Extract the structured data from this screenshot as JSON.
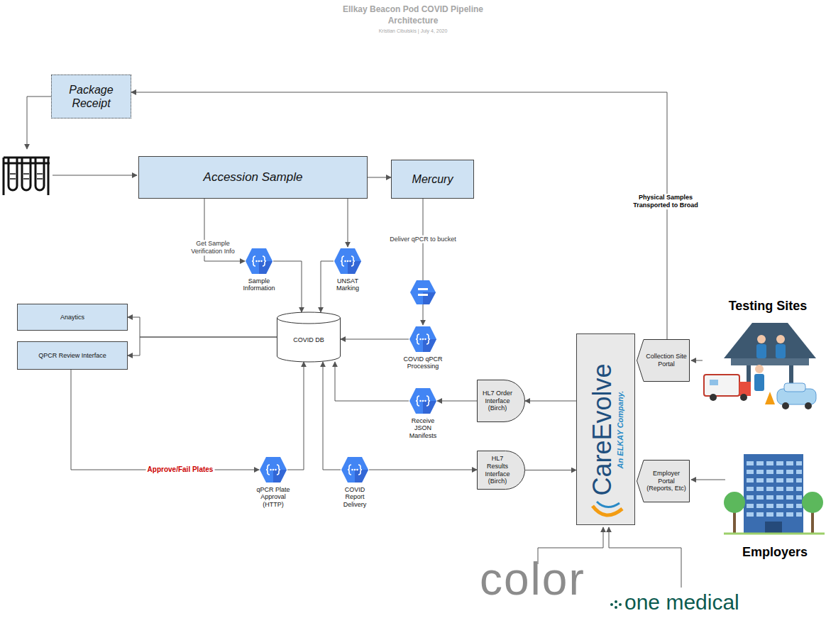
{
  "diagram": {
    "title": "Ellkay Beacon Pod COVID Pipeline Architecture",
    "nodes": [
      {
        "text": [
          "Package Receipt"
        ]
      },
      {
        "text": [
          "Accession Sample"
        ]
      },
      {
        "text": [
          "Mercury"
        ]
      },
      {
        "text": [
          "Sample Information"
        ]
      },
      {
        "text": [
          "UNSAT Marking"
        ]
      },
      {
        "text": [
          "Anaytics"
        ]
      },
      {
        "text": [
          "QPCR Review Interface"
        ]
      },
      {
        "text": [
          "COVID DB"
        ]
      },
      {
        "text": [
          "COVID qPCR Processing"
        ]
      },
      {
        "text": [
          "Collection Site Portal"
        ]
      },
      {
        "text": [
          "CareEvolve",
          "An ELKAY Company."
        ]
      },
      {
        "text": [
          "HL7 Order Interface (Birch)"
        ]
      },
      {
        "text": [
          "Receive JSON Manifests"
        ]
      },
      {
        "text": [
          "Employer Portal (Reports, Etc)"
        ]
      },
      {
        "text": [
          "qPCR Plate Approval (HTTP)"
        ]
      },
      {
        "text": [
          "COVID Report Delivery"
        ]
      },
      {
        "text": [
          "HL7 Results Interface (Birch)"
        ]
      }
    ],
    "edges": [
      {
        "from": 1,
        "to": 2,
        "arrow": "to"
      },
      {
        "from": 1,
        "to": 3,
        "label": "Get Sample Verification Info",
        "arrow": "to"
      },
      {
        "from": 1,
        "to": 4,
        "arrow": "to"
      },
      {
        "from": 3,
        "to": 7,
        "arrow": "to"
      },
      {
        "from": 4,
        "to": 7,
        "arrow": "to"
      },
      {
        "from": 2,
        "to": 8,
        "label": "Deliver qPCR to bucket",
        "arrow": "to"
      },
      {
        "from": 8,
        "to": 7,
        "arrow": "to"
      },
      {
        "from": 7,
        "to": 5,
        "arrow": "to"
      },
      {
        "from": 7,
        "to": 6,
        "arrow": "to"
      },
      {
        "from": 6,
        "to": 14,
        "label": "Approve/Fail Plates",
        "arrow": "to"
      },
      {
        "from": 14,
        "to": 7,
        "arrow": "to"
      },
      {
        "from": 15,
        "to": 7,
        "arrow": "to"
      },
      {
        "from": 15,
        "to": 16,
        "arrow": "to"
      },
      {
        "from": 16,
        "to": 10,
        "arrow": "to"
      },
      {
        "from": 10,
        "to": 11,
        "arrow": "to"
      },
      {
        "from": 11,
        "to": 12,
        "arrow": "to"
      },
      {
        "from": 12,
        "to": 7,
        "arrow": "to"
      },
      {
        "from": 9,
        "to": 0,
        "label": "Physical Samples Transported to Broad",
        "arrow": "to"
      }
    ],
    "labels": [
      "Kristian Cibulskis | July 4, 2020",
      "Testing Sites",
      "Employers",
      "color",
      "one medical"
    ]
  }
}
